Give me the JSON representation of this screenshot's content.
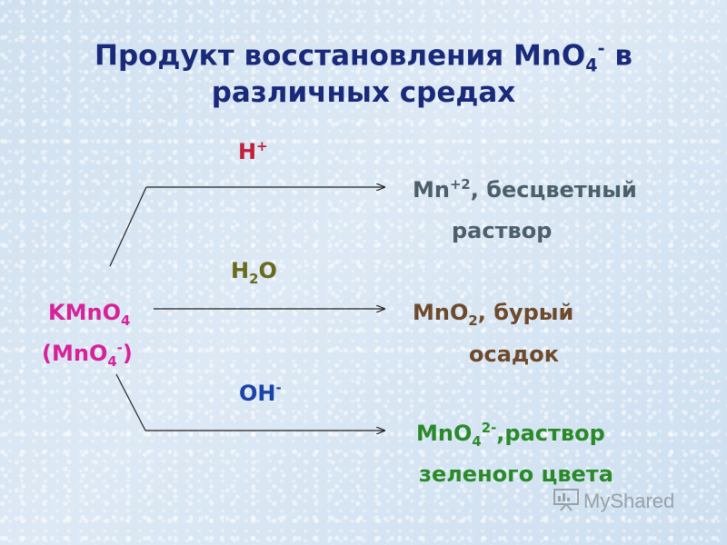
{
  "title": {
    "line1_prefix": "Продукт восстановления ",
    "line1_formula": "MnO",
    "line1_sub": "4",
    "line1_sup": "-",
    "line1_suffix": " в",
    "line2": "различных средах"
  },
  "reagent": {
    "formula": "KMnO",
    "sub": "4",
    "ion_open": "(MnO",
    "ion_sub": "4",
    "ion_sup": "-",
    "ion_close": ")"
  },
  "conditions": {
    "acid": {
      "base": "H",
      "sup": "+"
    },
    "neutral": {
      "base1": "H",
      "sub": "2",
      "base2": "O"
    },
    "basic": {
      "base": "OH",
      "sup": "-"
    }
  },
  "products": {
    "acid": {
      "formula": "Mn",
      "sup": "+2",
      "text": ", бесцветный",
      "line2": "раствор"
    },
    "neutral": {
      "formula": "MnO",
      "sub": "2",
      "text": ", бурый",
      "line2": "осадок"
    },
    "basic": {
      "formula": "MnO",
      "sub": "4",
      "sup": "2-",
      "text": ",раствор",
      "line2": "зеленого цвета"
    }
  },
  "colors": {
    "title": "#1a2a7a",
    "acid": "#c0203a",
    "neutral": "#6a6a1e",
    "basic": "#1a44a8",
    "reagent": "#d6239a",
    "product_acid": "#4e5f6c",
    "product_neutral": "#6e4a2c",
    "product_basic": "#2a8a2a"
  },
  "watermark": "MyShared"
}
